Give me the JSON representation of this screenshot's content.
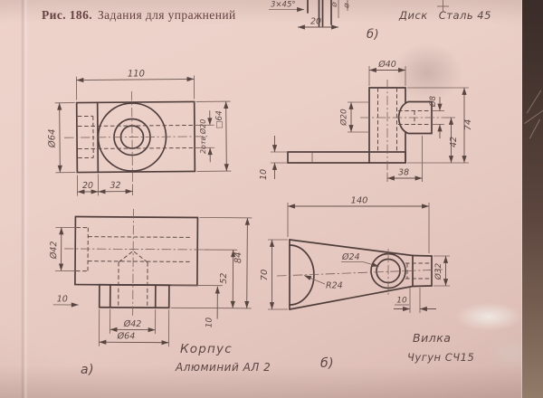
{
  "caption": {
    "fig": "Рис. 186.",
    "title": "Задания для упражнений"
  },
  "disk_fragment": {
    "chamfer": "3×45°",
    "width": "20",
    "partial_dia_1": "Ø",
    "partial_dia_2": "Ø",
    "name": "Диск",
    "material": "Сталь 45",
    "letter": "б)"
  },
  "korpus": {
    "letter": "а)",
    "name": "Корпус",
    "material": "Алюминий АЛ 2",
    "top_view": {
      "length": "110",
      "dia64": "Ø64",
      "off20": "20",
      "off32": "32",
      "holes": "2отв Ø20",
      "square": "□64"
    },
    "front_view": {
      "dia42_side": "Ø42",
      "step10_left": "10",
      "dia42_bottom": "Ø42",
      "dia64_bottom": "Ø64",
      "height84": "84",
      "height52": "52",
      "step10_right": "10"
    }
  },
  "bracket": {
    "dia40": "Ø40",
    "dia20": "Ø20",
    "dia8": "Ø8",
    "h74": "74",
    "h42": "42",
    "w38": "38",
    "t10": "10"
  },
  "vilka": {
    "letter": "б)",
    "name": "Вилка",
    "material": "Чугун СЧ15",
    "length140": "140",
    "h70": "70",
    "r24": "R24",
    "dia24": "Ø24",
    "dia32": "Ø32",
    "w10": "10"
  }
}
